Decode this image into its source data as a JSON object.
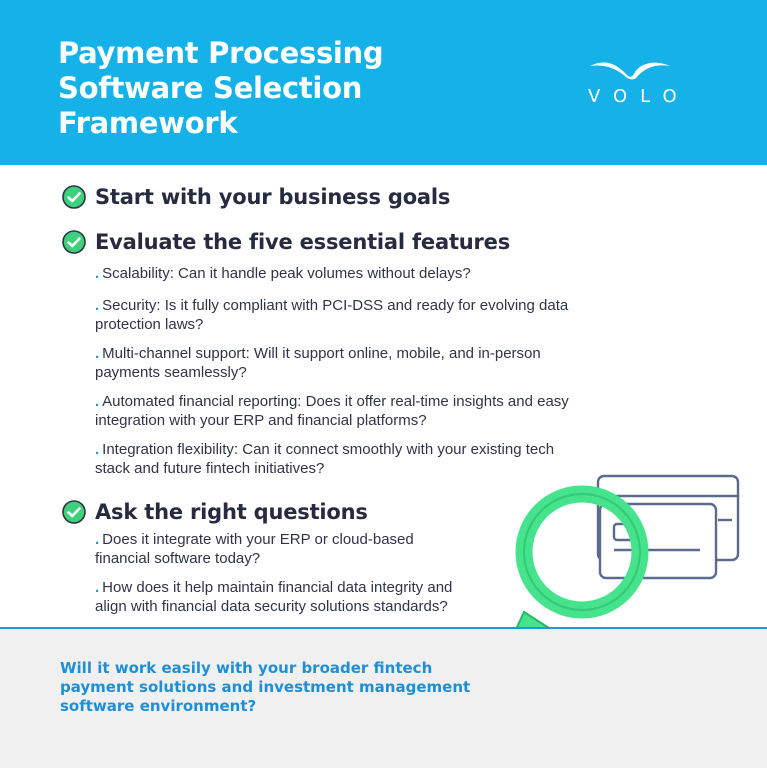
{
  "header": {
    "title_lines": [
      "Payment Processing",
      "Software Selection",
      "Framework"
    ],
    "logo_text": "VOLO"
  },
  "sections": [
    {
      "heading": "Start with your business goals",
      "bullets": []
    },
    {
      "heading": "Evaluate the five essential features",
      "bullets": [
        [
          "Scalability: Can it handle peak volumes without delays?"
        ],
        [
          "Security: Is it fully compliant with PCI-DSS and ready for evolving data",
          "protection laws?"
        ],
        [
          "Multi-channel support: Will it support online, mobile, and in-person",
          "payments seamlessly?"
        ],
        [
          "Automated financial reporting: Does it offer real-time insights and easy",
          "integration with your ERP and financial platforms?"
        ],
        [
          "Integration flexibility: Can it connect smoothly with your existing tech",
          "stack and future fintech initiatives?"
        ]
      ]
    },
    {
      "heading": "Ask the right questions",
      "bullets": [
        [
          "Does it integrate with your ERP or cloud-based",
          "financial software today?"
        ],
        [
          "How does it help maintain financial data integrity and",
          "align with financial data security solutions standards?"
        ]
      ]
    }
  ],
  "footer": {
    "lines": [
      "Will it work easily with your broader fintech",
      "payment solutions and investment management",
      "software environment?"
    ]
  },
  "colors": {
    "header_bg": "#14b2e8",
    "accent_blue": "#1e9ad8",
    "check_green": "#3ed07a",
    "magnifier_green": "#44e38c",
    "card_stroke": "#5a6b8c",
    "footer_bg": "#f0f0f1"
  },
  "icons": [
    "check-circle-icon",
    "volo-logo-icon",
    "magnifier-icon",
    "credit-card-icon"
  ]
}
